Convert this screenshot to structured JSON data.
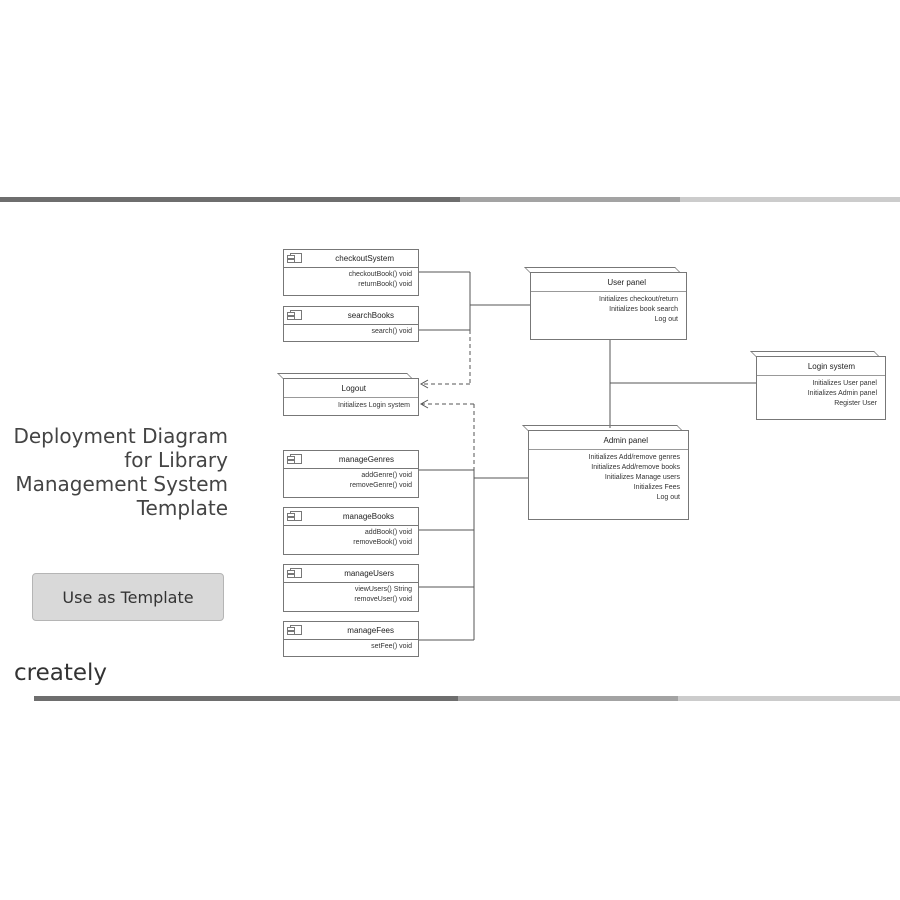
{
  "title_lines": [
    "Deployment Diagram",
    "for Library",
    "Management System",
    "Template"
  ],
  "use_button_label": "Use as Template",
  "brand": "creately",
  "colors": {
    "bar_dark": "#6e6e6e",
    "bar_mid": "#a3a3a3",
    "bar_light": "#cccccc",
    "button_bg": "#d9d9d9"
  },
  "components": {
    "checkout": {
      "name": "checkoutSystem",
      "lines": [
        "checkoutBook() void",
        "returnBook() void"
      ]
    },
    "search": {
      "name": "searchBooks",
      "lines": [
        "search() void"
      ]
    },
    "logout": {
      "name": "Logout",
      "lines": [
        "Initializes Login system"
      ]
    },
    "genres": {
      "name": "manageGenres",
      "lines": [
        "addGenre() void",
        "removeGenre() void"
      ]
    },
    "books": {
      "name": "manageBooks",
      "lines": [
        "addBook() void",
        "removeBook() void"
      ]
    },
    "users": {
      "name": "manageUsers",
      "lines": [
        "viewUsers() String",
        "removeUser() void"
      ]
    },
    "fees": {
      "name": "manageFees",
      "lines": [
        "setFee() void"
      ]
    }
  },
  "nodes": {
    "user_panel": {
      "name": "User panel",
      "lines": [
        "Initializes checkout/return",
        "Initializes book search",
        "Log out"
      ]
    },
    "admin_panel": {
      "name": "Admin panel",
      "lines": [
        "Initializes Add/remove genres",
        "Initializes Add/remove books",
        "Initializes Manage users",
        "Initializes Fees",
        "Log out"
      ]
    },
    "login": {
      "name": "Login system",
      "lines": [
        "Initializes User panel",
        "Initializes Admin panel",
        "Register User"
      ]
    }
  }
}
